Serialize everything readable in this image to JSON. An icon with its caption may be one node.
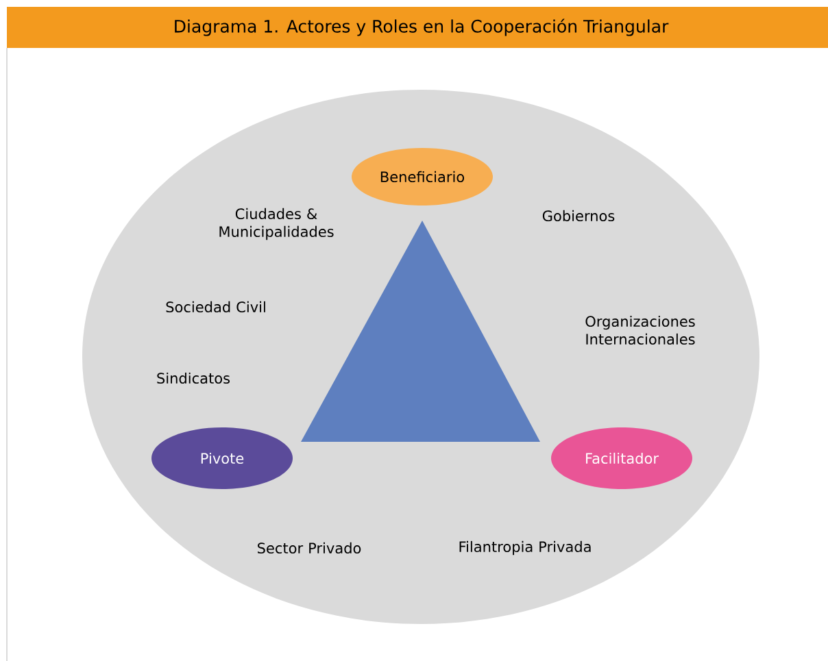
{
  "diagram": {
    "title": "Diagrama 1. Actores y Roles en la Cooperación Triangular",
    "nodes": [
      {
        "text": [],
        "shape": "circle"
      },
      {
        "text": [
          "Beneficiario"
        ],
        "in": 0
      },
      {
        "text": [
          "Pivote"
        ],
        "in": 0
      },
      {
        "text": [
          "Facilitador"
        ],
        "in": 0
      }
    ],
    "labels": [
      "Ciudades & Municipalidades",
      "Gobiernos",
      "Sociedad Civil",
      "Organizaciones Internacionales",
      "Sindicatos",
      "Sector Privado",
      "Filantropia Privada"
    ]
  }
}
